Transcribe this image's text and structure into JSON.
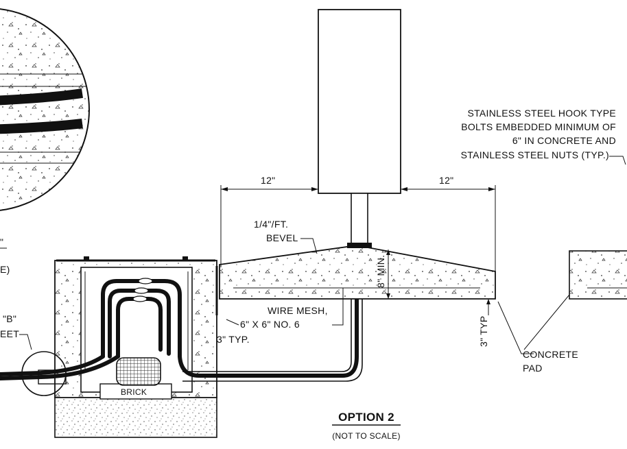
{
  "labels": {
    "bolts_line1": "STAINLESS STEEL HOOK TYPE",
    "bolts_line2": "BOLTS EMBEDDED MINIMUM OF",
    "bolts_line3": "6\" IN CONCRETE AND",
    "bolts_line4": "STAINLESS STEEL NUTS (TYP.)",
    "dim_left": "12\"",
    "dim_right": "12\"",
    "bevel_line1": "1/4\"/FT.",
    "bevel_line2": "BEVEL",
    "min_depth": "8\" MIN.",
    "wire_mesh_line1": "WIRE MESH,",
    "wire_mesh_line2": "6\" X 6\" NO. 6",
    "typ_3_left": "3\" TYP.",
    "typ_3_right": "3\" TYP",
    "concrete_pad_line1": "CONCRETE",
    "concrete_pad_line2": "PAD",
    "brick": "BRICK",
    "detail_b_line1": "\"B\"",
    "detail_b_line2": "EET",
    "left_cut_1": "\"",
    "left_cut_2": "E)",
    "title": "OPTION 2",
    "subtitle": "(NOT TO SCALE)"
  }
}
